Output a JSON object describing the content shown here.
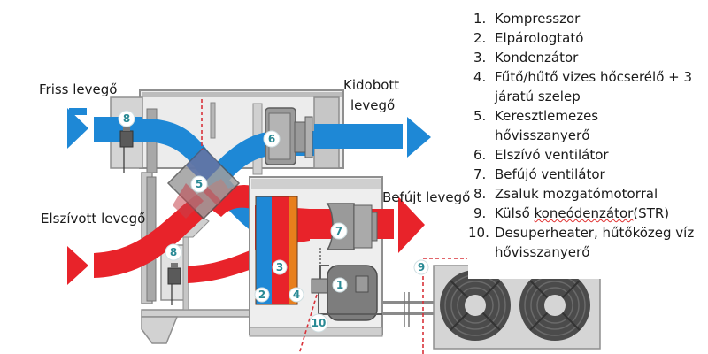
{
  "title": "Hővisszanyerős légkezelő hőszivattyúval — részegységek",
  "air_labels": {
    "fresh_air": "Friss levegő",
    "exhaust_air": "Kidobott levegő",
    "exhaust_air_line1": "Kidobott",
    "exhaust_air_line2": "levegő",
    "extract_air": "Elszívott levegő",
    "supply_air": "Befújt levegő"
  },
  "legend": {
    "items": [
      {
        "number": "1.",
        "label": "Kompresszor"
      },
      {
        "number": "2.",
        "label": "Elpárologtató"
      },
      {
        "number": "3.",
        "label": "Kondenzátor"
      },
      {
        "number": "4.",
        "label": "Fűtő/hűtő vizes hőcserélő + 3 járatú szelep",
        "line1": "Fűtő/hűtő vizes hőcserélő + 3",
        "line2": "járatú szelep"
      },
      {
        "number": "5.",
        "label": "Keresztlemezes hővisszanyerő",
        "line1": "Keresztlemezes",
        "line2": "hővisszanyerő"
      },
      {
        "number": "6.",
        "label": "Elszívó ventilátor"
      },
      {
        "number": "7.",
        "label": "Befújó ventilátor"
      },
      {
        "number": "8.",
        "label": "Zsaluk mozgatómotorral"
      },
      {
        "number": "9.",
        "label": "Külső koneódenzátor(STR)",
        "pre": "Külső ",
        "misspelled": "koneódenzátor",
        "post": "(STR)"
      },
      {
        "number": "10.",
        "label": "Desuperheater, hűtőközeg víz hővisszanyerő",
        "line1": "Desuperheater, hűtőközeg víz",
        "line2": "hővisszanyerő"
      }
    ]
  },
  "badges": {
    "b1": "1",
    "b2": "2",
    "b3": "3",
    "b4": "4",
    "b5": "5",
    "b6": "6",
    "b7": "7",
    "b8a": "8",
    "b8b": "8",
    "b9": "9",
    "b10": "10"
  },
  "colors": {
    "fresh_air_blue": "#1e88d6",
    "warm_air_red": "#e8232a",
    "water_coil_orange": "#e87f1c",
    "housing_gray": "#c9c9c9",
    "badge_teal": "#2a8a95",
    "dashed_marker_red": "#d9323a"
  }
}
